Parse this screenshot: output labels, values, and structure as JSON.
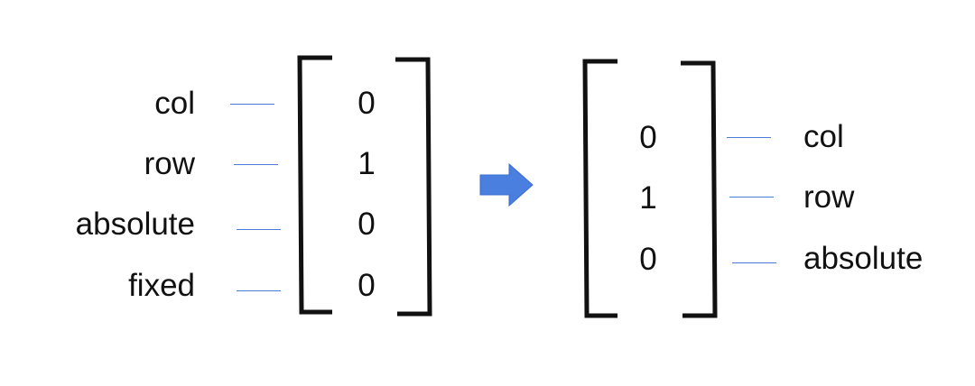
{
  "left_matrix": {
    "labels": [
      "col",
      "row",
      "absolute",
      "fixed"
    ],
    "values": [
      "0",
      "1",
      "0",
      "0"
    ]
  },
  "right_matrix": {
    "labels": [
      "col",
      "row",
      "absolute"
    ],
    "values": [
      "0",
      "1",
      "0"
    ]
  },
  "arrow": {
    "icon": "right-arrow-icon",
    "color": "#4a7fe0"
  },
  "colors": {
    "connector": "#4a7bd6",
    "bracket": "#111111"
  }
}
